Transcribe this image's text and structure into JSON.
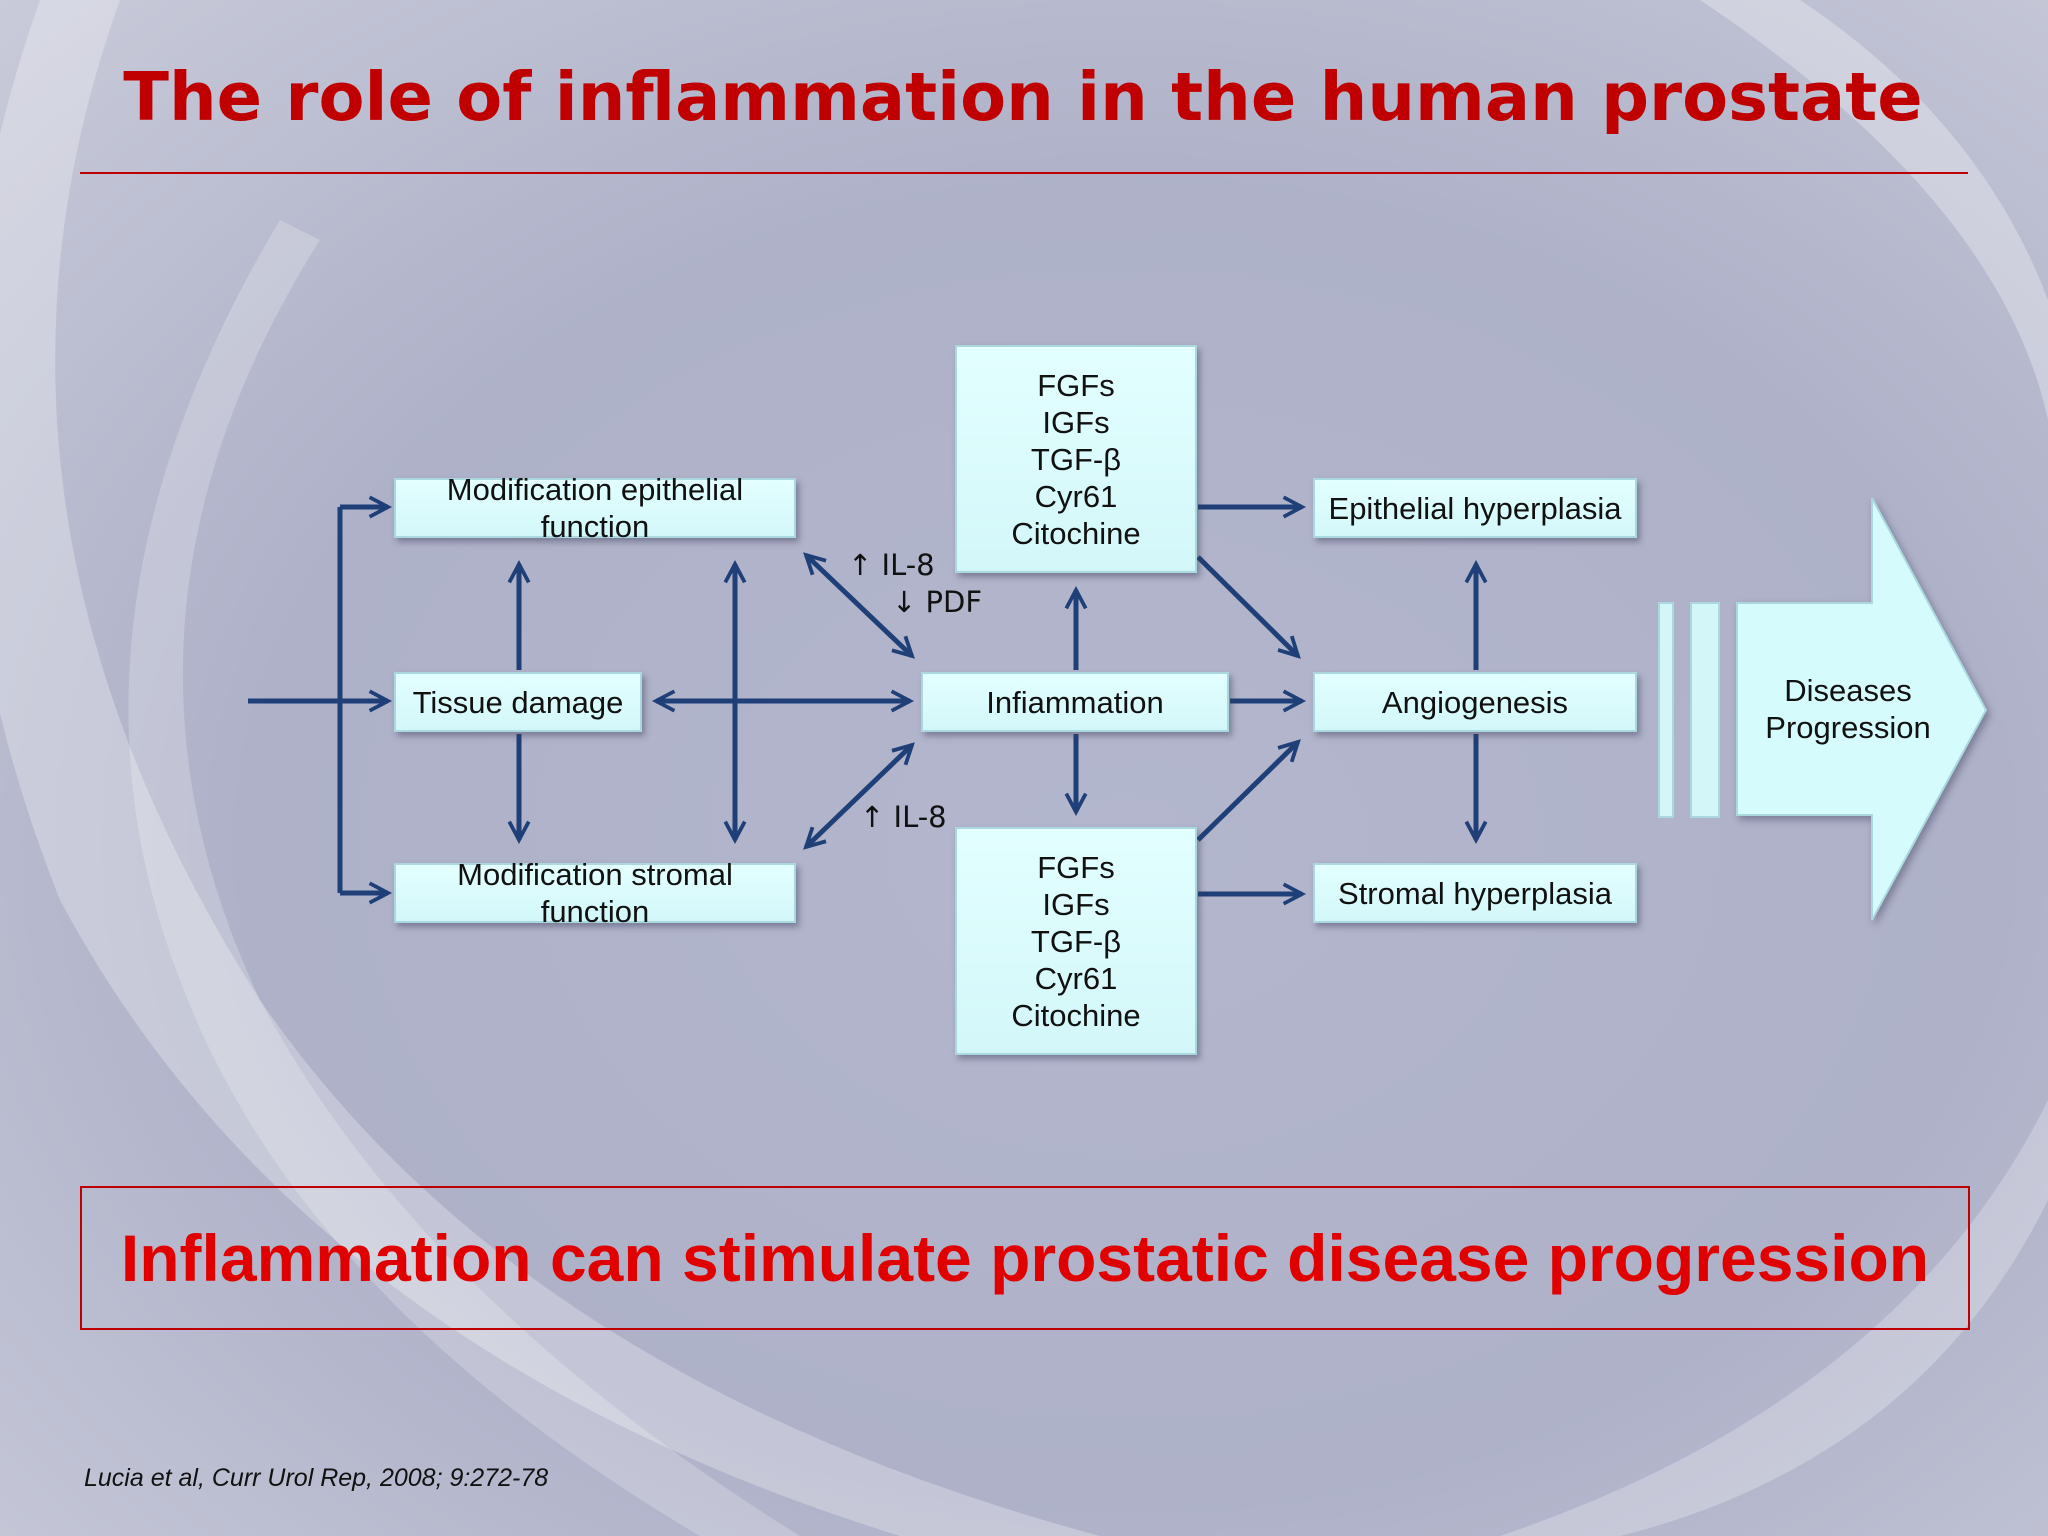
{
  "slide": {
    "title": "The role of inflammation in the human prostate",
    "banner": "Inflammation can stimulate prostatic disease progression",
    "citation": "Lucia et al, Curr Urol Rep, 2008; 9:272-78"
  },
  "diagram": {
    "mod_epithelial": "Modification epithelial function",
    "tissue_damage": "Tissue damage",
    "mod_stromal": "Modification stromal function",
    "inflammation": "Infiammation",
    "factors_top": [
      "FGFs",
      "IGFs",
      "TGF-β",
      "Cyr61",
      "Citochine"
    ],
    "factors_bottom": [
      "FGFs",
      "IGFs",
      "TGF-β",
      "Cyr61",
      "Citochine"
    ],
    "epithelial_hyperplasia": "Epithelial hyperplasia",
    "angiogenesis": "Angiogenesis",
    "stromal_hyperplasia": "Stromal hyperplasia",
    "diseases_progression": "Diseases Progression",
    "label_il8_up": "↑ IL-8",
    "label_pdf_down": "↓ PDF",
    "label_il8_up_bottom": "↑ IL-8"
  },
  "colors": {
    "title": "#c00000",
    "banner_text": "#e00000",
    "arrow": "#1f3f78",
    "box_fill": "#dcfbfc"
  }
}
